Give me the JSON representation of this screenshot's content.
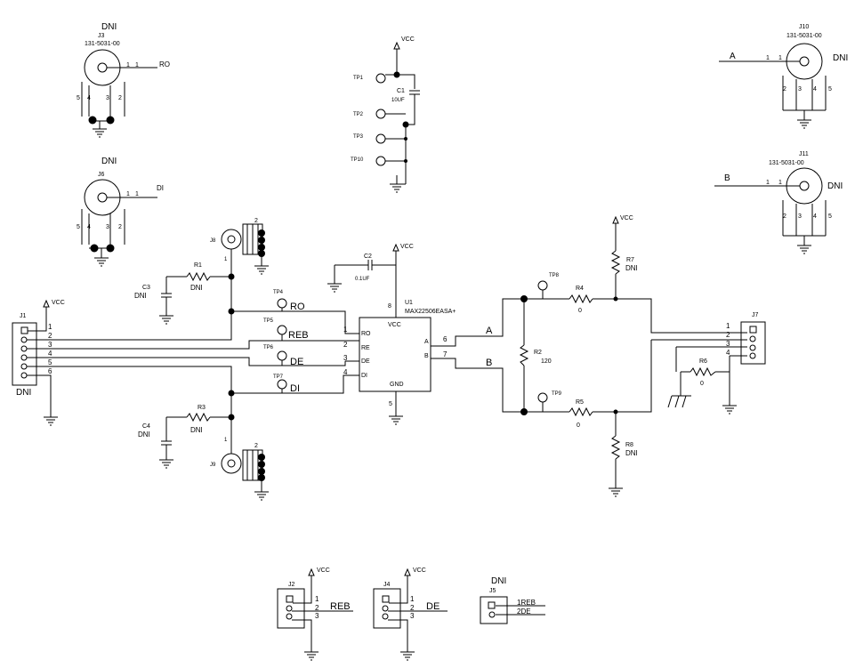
{
  "colors": {
    "ink": "#000000",
    "background": "#ffffff"
  },
  "icons": [
    "ground-icon",
    "vcc-arrow-icon",
    "resistor-icon",
    "capacitor-icon",
    "coax-connector-icon",
    "test-point-icon"
  ],
  "u1": {
    "ref": "U1",
    "part": "MAX22506EASA+",
    "pins": {
      "vcc": "VCC",
      "gnd": "GND",
      "ro": "RO",
      "re": "RE",
      "de": "DE",
      "di": "DI",
      "a": "A",
      "b": "B"
    },
    "pin_nums": {
      "vcc": "8",
      "gnd": "5",
      "ro": "1",
      "re": "2",
      "de": "3",
      "di": "4",
      "a": "6",
      "b": "7"
    }
  },
  "nets": {
    "vcc": "VCC",
    "ro": "RO",
    "reb": "REB",
    "de": "DE",
    "di": "DI",
    "a": "A",
    "b": "B"
  },
  "dni": "DNI",
  "connectors": {
    "j1": {
      "ref": "J1",
      "pins": [
        "1",
        "2",
        "3",
        "4",
        "5",
        "6"
      ],
      "label": "DNI"
    },
    "j2": {
      "ref": "J2",
      "pins": [
        "1",
        "2",
        "3"
      ]
    },
    "j4": {
      "ref": "J4",
      "pins": [
        "1",
        "2",
        "3"
      ]
    },
    "j5": {
      "ref": "J5",
      "label": "DNI",
      "pins": [
        "1REB",
        "2DE"
      ]
    },
    "j7": {
      "ref": "J7",
      "pins": [
        "1",
        "2",
        "3",
        "4"
      ]
    },
    "j3": {
      "ref": "J3",
      "part": "131-5031-00",
      "label": "DNI"
    },
    "j6": {
      "ref": "J6",
      "label": "DNI"
    },
    "j8": {
      "ref": "J8"
    },
    "j9": {
      "ref": "J9"
    },
    "j10": {
      "ref": "J10",
      "part": "131-5031-00",
      "label": "DNI"
    },
    "j11": {
      "ref": "J11",
      "part": "131-5031-00",
      "label": "DNI"
    },
    "coax_pins": [
      "1",
      "2",
      "3",
      "4",
      "5"
    ]
  },
  "passives": {
    "c1": {
      "ref": "C1",
      "value": "10UF"
    },
    "c2": {
      "ref": "C2",
      "value": "0.1UF"
    },
    "c3": {
      "ref": "C3",
      "value": "DNI"
    },
    "c4": {
      "ref": "C4",
      "value": "DNI"
    },
    "r1": {
      "ref": "R1",
      "value": "DNI"
    },
    "r2": {
      "ref": "R2",
      "value": "120"
    },
    "r3": {
      "ref": "R3",
      "value": "DNI"
    },
    "r4": {
      "ref": "R4",
      "value": "0"
    },
    "r5": {
      "ref": "R5",
      "value": "0"
    },
    "r6": {
      "ref": "R6",
      "value": "0"
    },
    "r7": {
      "ref": "R7",
      "value": "DNI"
    },
    "r8": {
      "ref": "R8",
      "value": "DNI"
    }
  },
  "test_points": {
    "tp1": "TP1",
    "tp2": "TP2",
    "tp3": "TP3",
    "tp4": "TP4",
    "tp5": "TP5",
    "tp6": "TP6",
    "tp7": "TP7",
    "tp8": "TP8",
    "tp9": "TP9",
    "tp10": "TP10"
  }
}
